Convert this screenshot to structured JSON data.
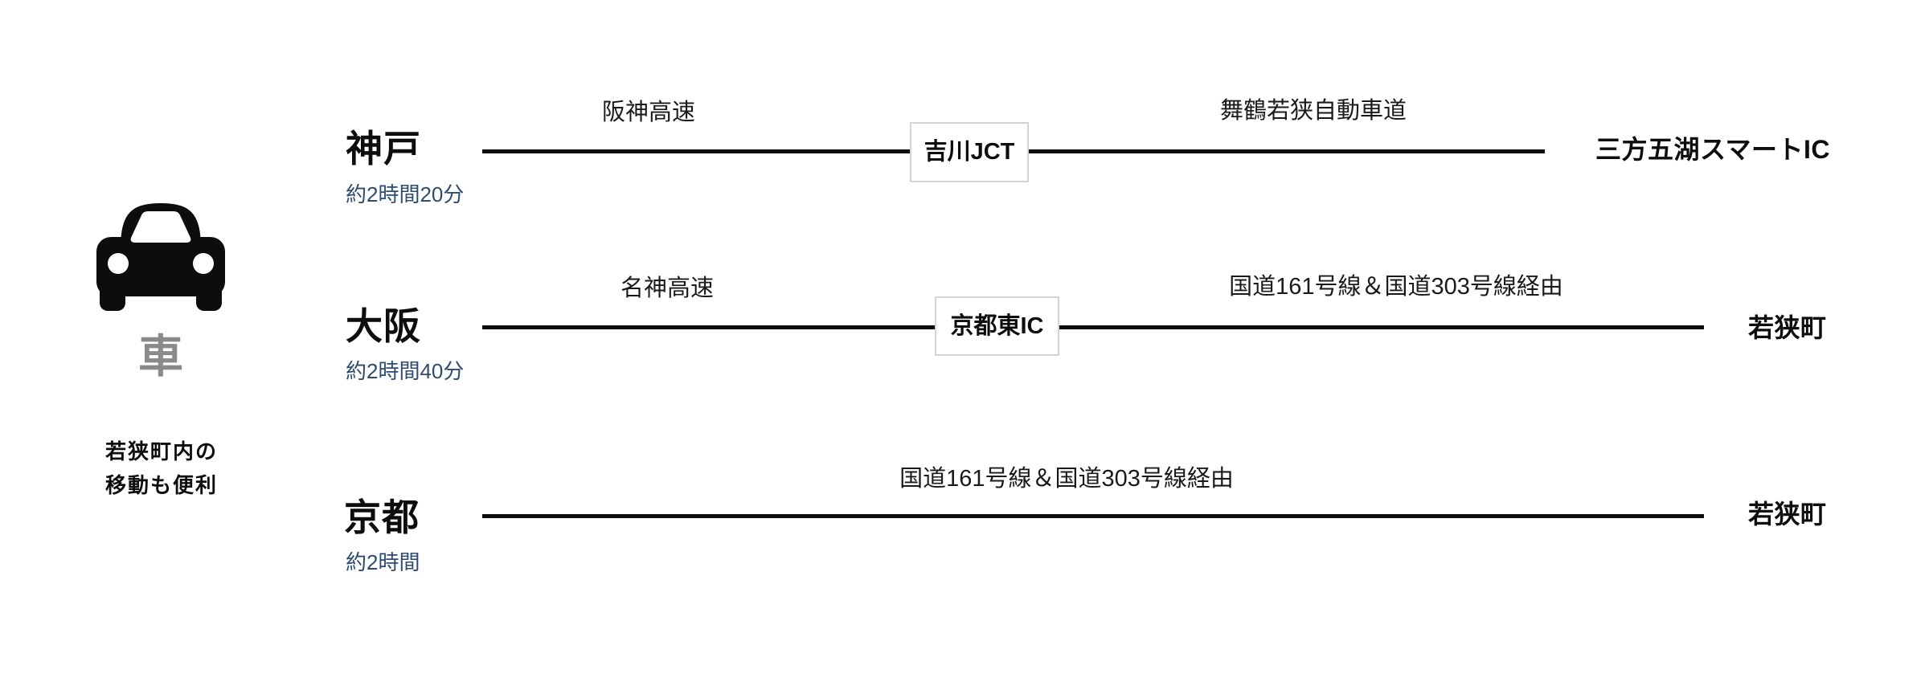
{
  "mode": {
    "icon": "car-icon",
    "label": "車",
    "note_line1": "若狭町内の",
    "note_line2": "移動も便利"
  },
  "colors": {
    "text": "#0d0d0d",
    "duration_text": "#2e4d6e",
    "mode_label_gray": "#8a8a8a",
    "junction_box_border": "#d4d4d4",
    "route_line": "#0d0d0d",
    "background": "#ffffff"
  },
  "routes": [
    {
      "origin": "神戸",
      "duration": "約2時間20分",
      "via": "吉川JCT",
      "destination": "三方五湖スマートIC",
      "segments": [
        {
          "road": "阪神高速"
        },
        {
          "road": "舞鶴若狭自動車道"
        }
      ]
    },
    {
      "origin": "大阪",
      "duration": "約2時間40分",
      "via": "京都東IC",
      "destination": "若狭町",
      "segments": [
        {
          "road": "名神高速"
        },
        {
          "road": "国道161号線＆国道303号線経由"
        }
      ]
    },
    {
      "origin": "京都",
      "duration": "約2時間",
      "destination": "若狭町",
      "segments": [
        {
          "road": "国道161号線＆国道303号線経由"
        }
      ]
    }
  ]
}
